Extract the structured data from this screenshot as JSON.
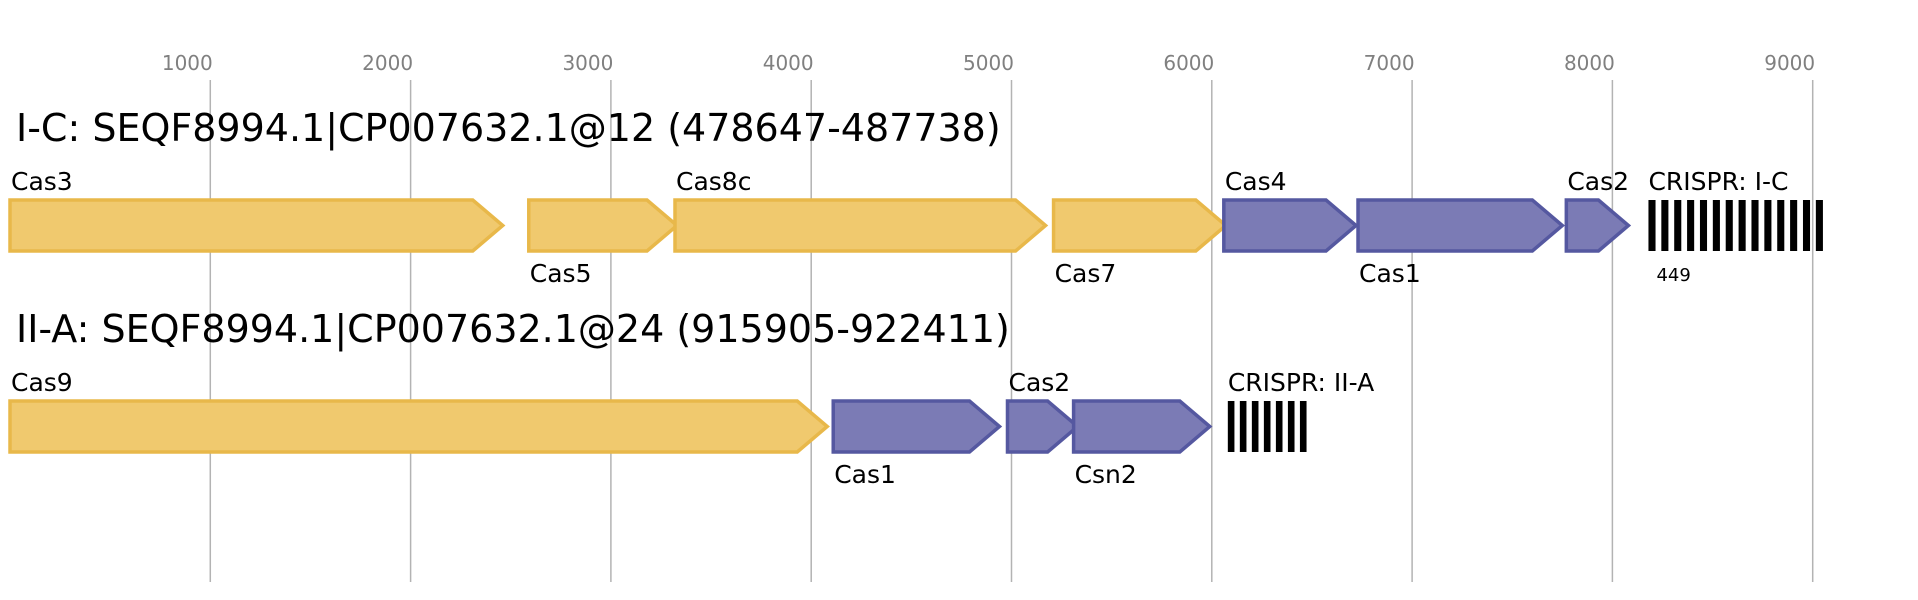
{
  "colors": {
    "cas_gold_fill": "#f0c96e",
    "cas_gold_stroke": "#e8b84a",
    "cas_blue_fill": "#7b7bb5",
    "cas_blue_stroke": "#5558a0",
    "grid": "#b3b3b3",
    "tick_text": "#808080",
    "crispr": "#000000"
  },
  "axis": {
    "ticks": [
      {
        "value": 1000,
        "label": "1000"
      },
      {
        "value": 2000,
        "label": "2000"
      },
      {
        "value": 3000,
        "label": "3000"
      },
      {
        "value": 4000,
        "label": "4000"
      },
      {
        "value": 5000,
        "label": "5000"
      },
      {
        "value": 6000,
        "label": "6000"
      },
      {
        "value": 7000,
        "label": "7000"
      },
      {
        "value": 8000,
        "label": "8000"
      },
      {
        "value": 9000,
        "label": "9000"
      }
    ]
  },
  "tracks": [
    {
      "title": "I-C: SEQF8994.1|CP007632.1@12 (478647-487738)",
      "genes": [
        {
          "label": "Cas3",
          "start": 0,
          "end": 2460,
          "color": "gold",
          "label_pos": "above"
        },
        {
          "label": "Cas5",
          "start": 2590,
          "end": 3330,
          "color": "gold",
          "label_pos": "below"
        },
        {
          "label": "Cas8c",
          "start": 3320,
          "end": 5170,
          "color": "gold",
          "label_pos": "above"
        },
        {
          "label": "Cas7",
          "start": 5210,
          "end": 6070,
          "color": "gold",
          "label_pos": "below"
        },
        {
          "label": "Cas4",
          "start": 6060,
          "end": 6720,
          "color": "blue",
          "label_pos": "above"
        },
        {
          "label": "Cas1",
          "start": 6730,
          "end": 7750,
          "color": "blue",
          "label_pos": "below"
        },
        {
          "label": "Cas2",
          "start": 7770,
          "end": 8080,
          "color": "blue",
          "label_pos": "above"
        }
      ],
      "crispr": {
        "label": "CRISPR: I-C",
        "start": 8180,
        "end": 9080,
        "bars": 14,
        "count_label": "449"
      }
    },
    {
      "title": "II-A: SEQF8994.1|CP007632.1@24 (915905-922411)",
      "genes": [
        {
          "label": "Cas9",
          "start": 0,
          "end": 4080,
          "color": "gold",
          "label_pos": "above"
        },
        {
          "label": "Cas1",
          "start": 4110,
          "end": 4940,
          "color": "blue",
          "label_pos": "below"
        },
        {
          "label": "Cas2",
          "start": 4980,
          "end": 5330,
          "color": "blue",
          "label_pos": "above"
        },
        {
          "label": "Csn2",
          "start": 5310,
          "end": 5990,
          "color": "blue",
          "label_pos": "below"
        }
      ],
      "crispr": {
        "label": "CRISPR: II-A",
        "start": 6080,
        "end": 6500,
        "bars": 7,
        "count_label": ""
      }
    }
  ]
}
